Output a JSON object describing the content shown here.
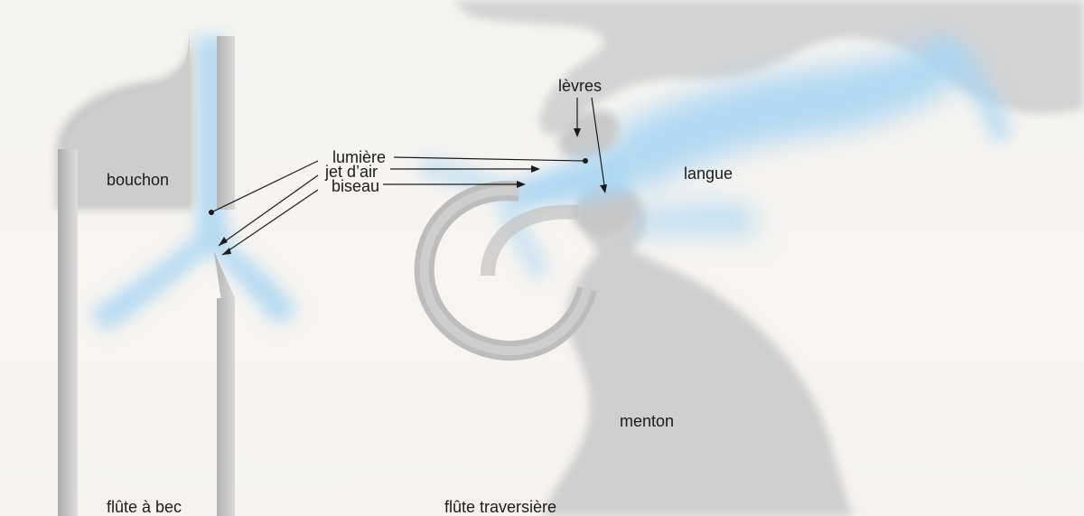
{
  "labels": {
    "bouchon": "bouchon",
    "lumiere": "lumière",
    "jet_air": "jet d’air",
    "biseau": "biseau",
    "levres": "lèvres",
    "langue": "langue",
    "menton": "menton",
    "flute_a_bec": "flûte à bec",
    "flute_traversiere": "flûte traversière"
  },
  "colors": {
    "air": "#a9d6f2",
    "tissue": "#c9c9c9",
    "tube": "#b8b8b8",
    "text": "#1b1b1b"
  }
}
